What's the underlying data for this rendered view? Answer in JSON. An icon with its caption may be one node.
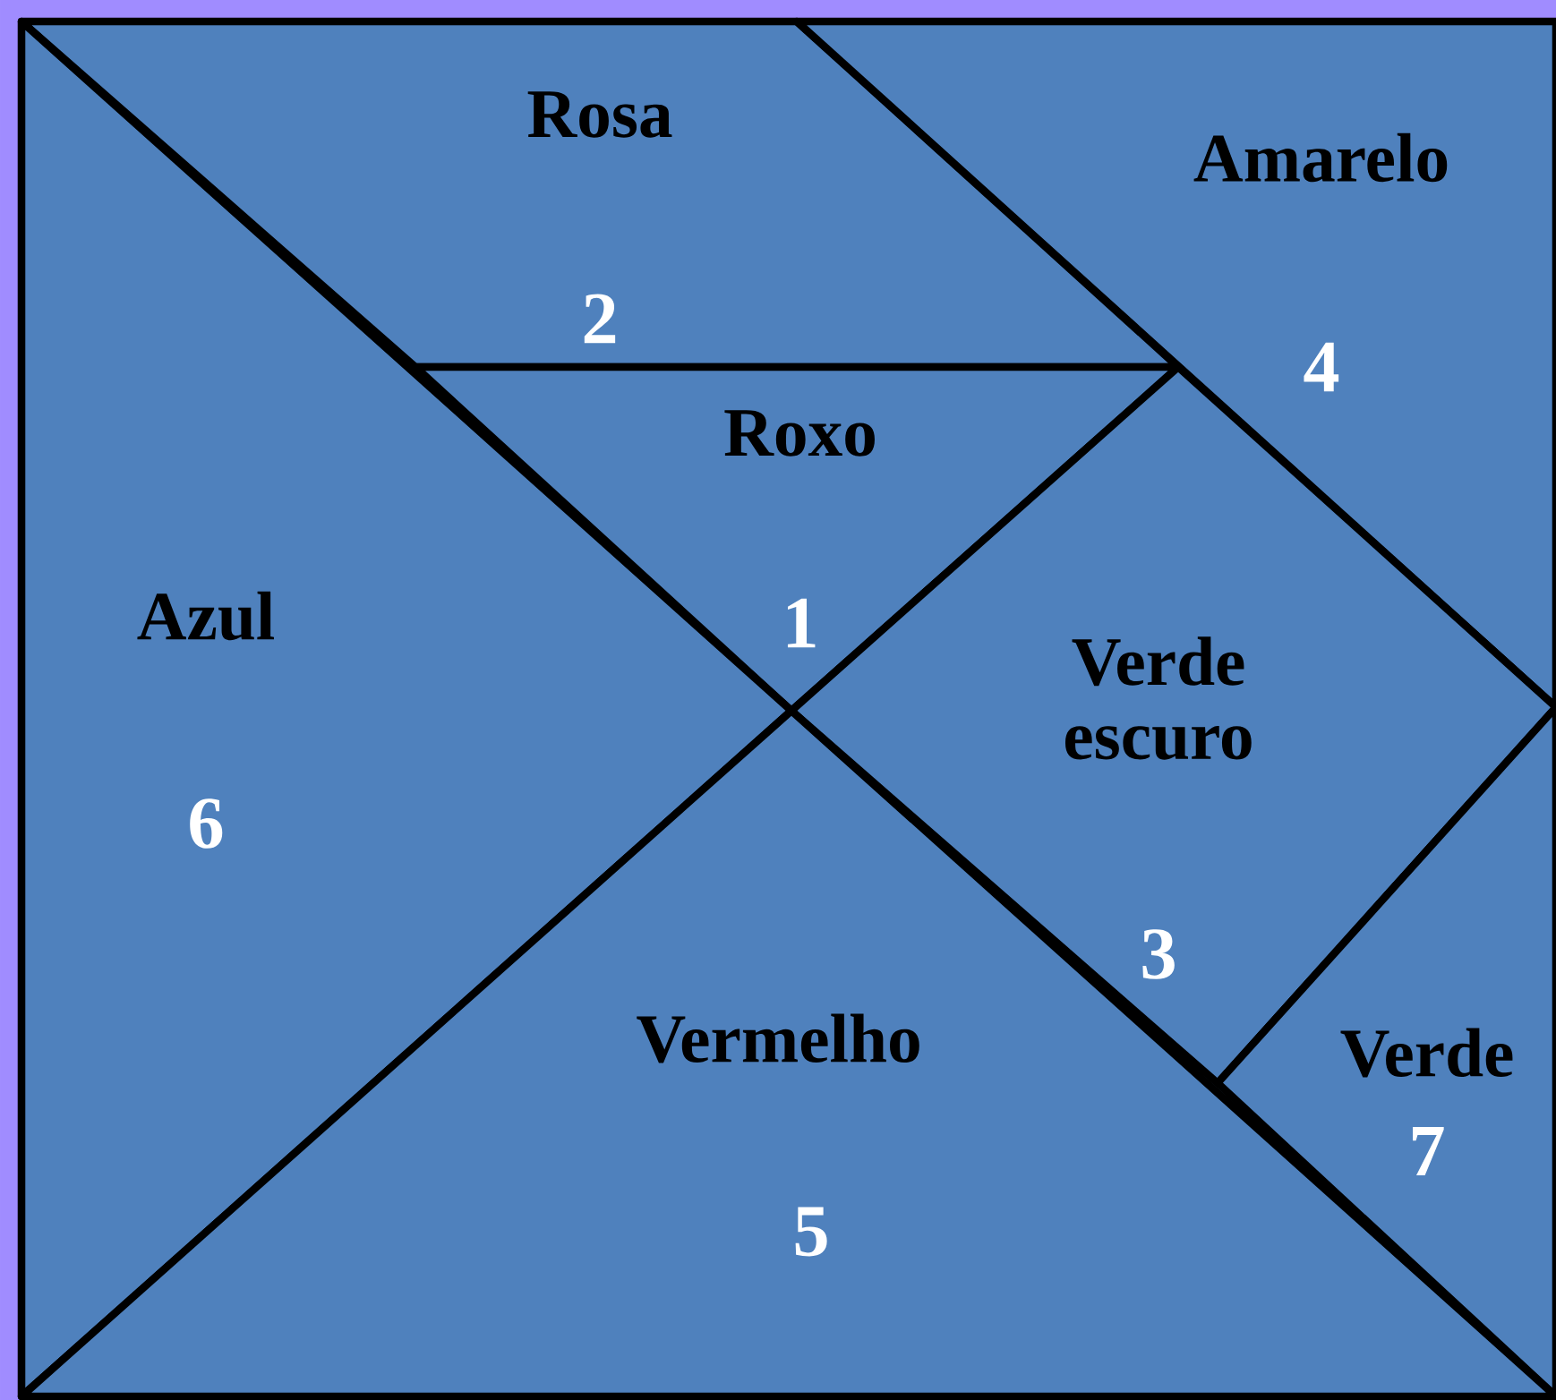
{
  "diagram": {
    "nodes": [
      {
        "text": [
          "Rosa",
          "2"
        ]
      },
      {
        "text": [
          "Amarelo",
          "4"
        ]
      },
      {
        "text": [
          "Roxo",
          "1"
        ]
      },
      {
        "text": [
          "Azul",
          "6"
        ]
      },
      {
        "text": [
          "Verde escuro",
          "3"
        ]
      },
      {
        "text": [
          "Verde",
          "7"
        ]
      },
      {
        "text": [
          "Vermelho",
          "5"
        ]
      }
    ]
  }
}
